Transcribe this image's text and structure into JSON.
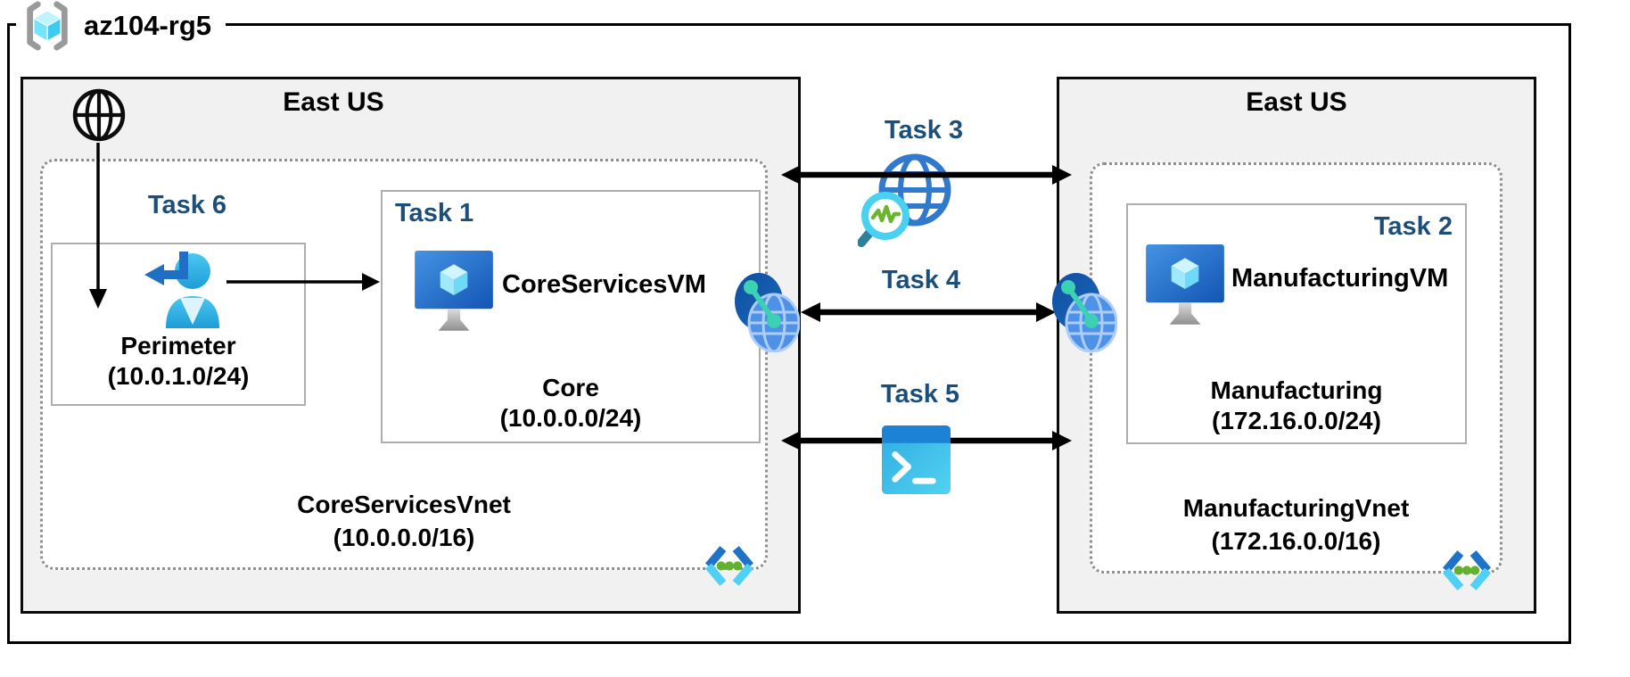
{
  "resource_group": {
    "label": "az104-rg5"
  },
  "regions": {
    "left": {
      "location": "East US",
      "task6_label": "Task 6",
      "perimeter_subnet": {
        "name": "Perimeter",
        "cidr": "(10.0.1.0/24)"
      },
      "task1": {
        "label": "Task 1",
        "vm_name": "CoreServicesVM",
        "subnet_name": "Core",
        "subnet_cidr": "(10.0.0.0/24)"
      },
      "vnet": {
        "name": "CoreServicesVnet",
        "cidr": "(10.0.0.0/16)"
      }
    },
    "right": {
      "location": "East US",
      "task2": {
        "label": "Task 2",
        "vm_name": "ManufacturingVM",
        "subnet_name": "Manufacturing",
        "subnet_cidr": "(172.16.0.0/24)"
      },
      "vnet": {
        "name": "ManufacturingVnet",
        "cidr": "(172.16.0.0/16)"
      }
    }
  },
  "connections": {
    "task3_label": "Task 3",
    "task4_label": "Task 4",
    "task5_label": "Task 5"
  },
  "icons": {
    "resource_group": "resource-group-icon",
    "internet": "internet-globe-icon",
    "user_signin": "user-signin-icon",
    "virtual_machine": "virtual-machine-icon",
    "subnet": "subnet-icon",
    "network_watcher": "network-watcher-icon",
    "vnet_peering": "vnet-peering-icon",
    "cloud_shell": "cloud-shell-icon"
  },
  "colors": {
    "task_label_blue": "#1B4E78",
    "region_fill": "#F1F1F1",
    "vnet_border_gray": "#8F8F8F",
    "azure_blue": "#1F6FC4",
    "subnet_dot_green": "#63B22E",
    "peering_teal": "#3BD1B2",
    "arrow_black": "#000000"
  }
}
